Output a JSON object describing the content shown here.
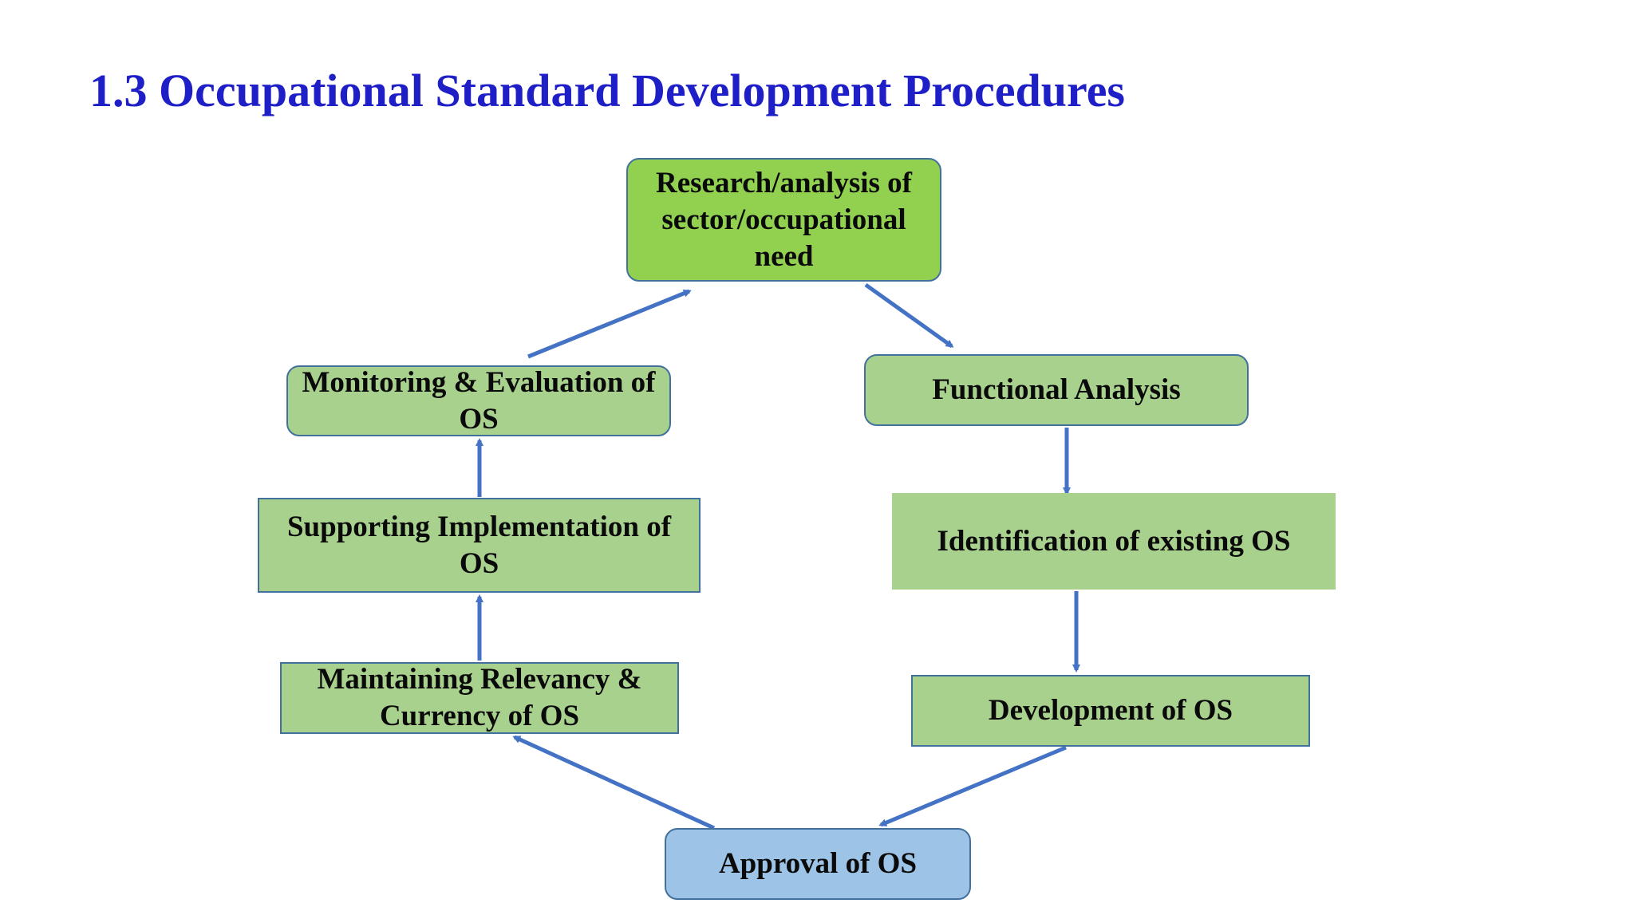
{
  "title": "1.3 Occupational Standard Development Procedures",
  "steps": {
    "research": "Research/analysis of sector/occupational need",
    "functional_analysis": "Functional Analysis",
    "identification": "Identification of existing OS",
    "development": "Development of OS",
    "approval": "Approval of OS",
    "maintaining": "Maintaining Relevancy & Currency of OS",
    "supporting": "Supporting Implementation of OS",
    "monitoring": "Monitoring & Evaluation of OS"
  },
  "colors": {
    "title": "#1f1fc8",
    "box_green": "#a9d18e",
    "box_bright_green": "#92d050",
    "box_blue": "#9dc3e6",
    "border": "#41719c",
    "arrow": "#4472c4"
  }
}
